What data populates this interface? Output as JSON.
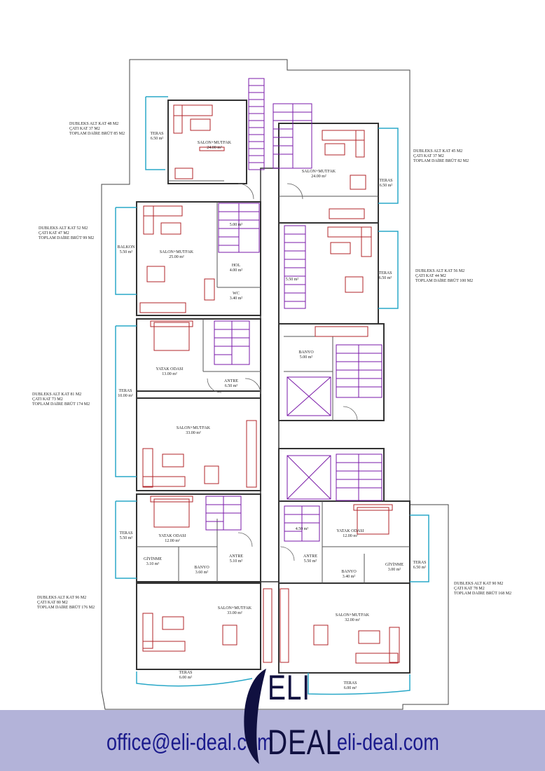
{
  "rooms": [
    {
      "id": "r1",
      "name": "SALON+MUTFAK",
      "area": "24.00 m²"
    },
    {
      "id": "r2",
      "name": "TERAS",
      "area": "6.50 m²"
    },
    {
      "id": "r3",
      "name": "SALON+MUTFAK",
      "area": "24.00 m²"
    },
    {
      "id": "r4",
      "name": "TERAS",
      "area": "6.50 m²"
    },
    {
      "id": "r5",
      "name": "BALKON",
      "area": "5.50 m²"
    },
    {
      "id": "r6",
      "name": "SALON+MUTFAK",
      "area": "25.00 m²"
    },
    {
      "id": "r7",
      "name": "HOL",
      "area": "4.00 m²"
    },
    {
      "id": "r8",
      "name": "WC",
      "area": "3.40 m²"
    },
    {
      "id": "r9",
      "name": "",
      "area": "5.00 m²"
    },
    {
      "id": "r10",
      "name": "",
      "area": "5.50 m²"
    },
    {
      "id": "r11",
      "name": "TERAS",
      "area": "6.50 m²"
    },
    {
      "id": "r12",
      "name": "YATAK ODASI",
      "area": "13.00 m²"
    },
    {
      "id": "r13",
      "name": "ANTRE",
      "area": "6.50 m²"
    },
    {
      "id": "r14",
      "name": "BANYO",
      "area": "5.00 m²"
    },
    {
      "id": "r15",
      "name": "TERAS",
      "area": "10.00 m²"
    },
    {
      "id": "r16",
      "name": "SALON+MUTFAK",
      "area": "33.00 m²"
    },
    {
      "id": "r17",
      "name": "TERAS",
      "area": "5.50 m²"
    },
    {
      "id": "r18",
      "name": "YATAK ODASI",
      "area": "12.00 m²"
    },
    {
      "id": "r19",
      "name": "GİYİNME",
      "area": "3.10 m²"
    },
    {
      "id": "r20",
      "name": "BANYO",
      "area": "3.60 m²"
    },
    {
      "id": "r21",
      "name": "ANTRE",
      "area": "5.10 m²"
    },
    {
      "id": "r22",
      "name": "",
      "area": "4.50 m²"
    },
    {
      "id": "r23",
      "name": "ANTRE",
      "area": "5.50 m²"
    },
    {
      "id": "r24",
      "name": "YATAK ODASI",
      "area": "12.00 m²"
    },
    {
      "id": "r25",
      "name": "BANYO",
      "area": "3.40 m²"
    },
    {
      "id": "r26",
      "name": "GİYİNME",
      "area": "3.00 m²"
    },
    {
      "id": "r27",
      "name": "TERAS",
      "area": "6.50 m²"
    },
    {
      "id": "r28",
      "name": "SALON+MUTFAK",
      "area": "33.00 m²"
    },
    {
      "id": "r29",
      "name": "SALON+MUTFAK",
      "area": "32.00 m²"
    },
    {
      "id": "r30",
      "name": "TERAS",
      "area": "6.00 m²"
    },
    {
      "id": "r31",
      "name": "TERAS",
      "area": "6.00 m²"
    }
  ],
  "notes": [
    {
      "id": "n1",
      "lines": [
        "DUBLEKS ALT KAT 48 M2",
        "ÇATI KAT 37 M2",
        "TOPLAM DAİRE BRÜT 85 M2"
      ]
    },
    {
      "id": "n2",
      "lines": [
        "DUBLEKS ALT KAT 45 M2",
        "ÇATI KAT 37 M2",
        "TOPLAM DAİRE BRÜT 82 M2"
      ]
    },
    {
      "id": "n3",
      "lines": [
        "DUBLEKS ALT KAT 52 M2",
        "ÇATI KAT 47 M2",
        "TOPLAM DAİRE BRÜT 99 M2"
      ]
    },
    {
      "id": "n4",
      "lines": [
        "DUBLEKS ALT KAT 56 M2",
        "ÇATI KAT 44 M2",
        "TOPLAM DAİRE BRÜT 100 M2"
      ]
    },
    {
      "id": "n5",
      "lines": [
        "DUBLEKS ALT KAT 81 M2",
        "ÇATI KAT 73 M2",
        "TOPLAM DAİRE BRÜT 174 M2"
      ]
    },
    {
      "id": "n6",
      "lines": [
        "DUBLEKS ALT KAT 96 M2",
        "ÇATI KAT 80 M2",
        "TOPLAM DAİRE BRÜT 176 M2"
      ]
    },
    {
      "id": "n7",
      "lines": [
        "DUBLEKS ALT KAT 90 M2",
        "ÇATI KAT 78 M2",
        "TOPLAM DAİRE BRÜT 168 M2"
      ]
    }
  ],
  "footer": {
    "email": "office@eli-deal.com",
    "website": "eli-deal.com",
    "logo_line1": "ELI",
    "logo_line2": "DEAL"
  },
  "colors": {
    "wall": "#333333",
    "furniture": "#b0242a",
    "stairs": "#7a1aa8",
    "terrace": "#2aa8c8",
    "footer": "#b3b3d9",
    "footer_text": "#1a1a8c"
  }
}
